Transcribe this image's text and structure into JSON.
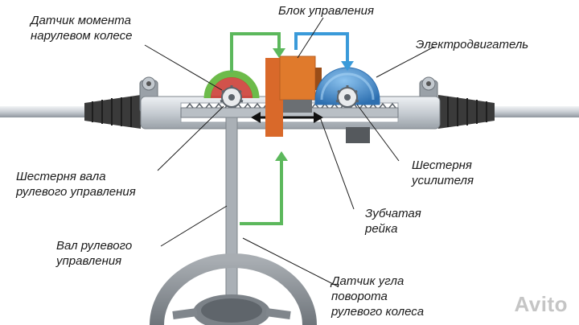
{
  "labels": {
    "torque_sensor": {
      "line1": "Датчик момента",
      "line2": "нарулевом колесе"
    },
    "control_unit": {
      "line1": "Блок управления"
    },
    "electric_motor": {
      "line1": "Электродвигатель"
    },
    "steering_shaft_pinion": {
      "line1": "Шестерня вала",
      "line2": "рулевого управления"
    },
    "booster_pinion": {
      "line1": "Шестерня",
      "line2": "усилителя"
    },
    "steering_shaft": {
      "line1": "Вал рулевого",
      "line2": "управления"
    },
    "gear_rack": {
      "line1": "Зубчатая",
      "line2": "рейка"
    },
    "angle_sensor": {
      "line1": "Датчик угла",
      "line2": "поворота",
      "line3": "рулевого колеса"
    }
  },
  "watermark": "Avito",
  "colors": {
    "signal_green": "#5cb85c",
    "signal_blue": "#3a9ad9",
    "control_unit": "#e07a2c",
    "motor": "#3d7fc1",
    "sensor_ring": "#6dbb4a",
    "rack_body": "#d8dde2",
    "boot": "#3c3c3c"
  }
}
